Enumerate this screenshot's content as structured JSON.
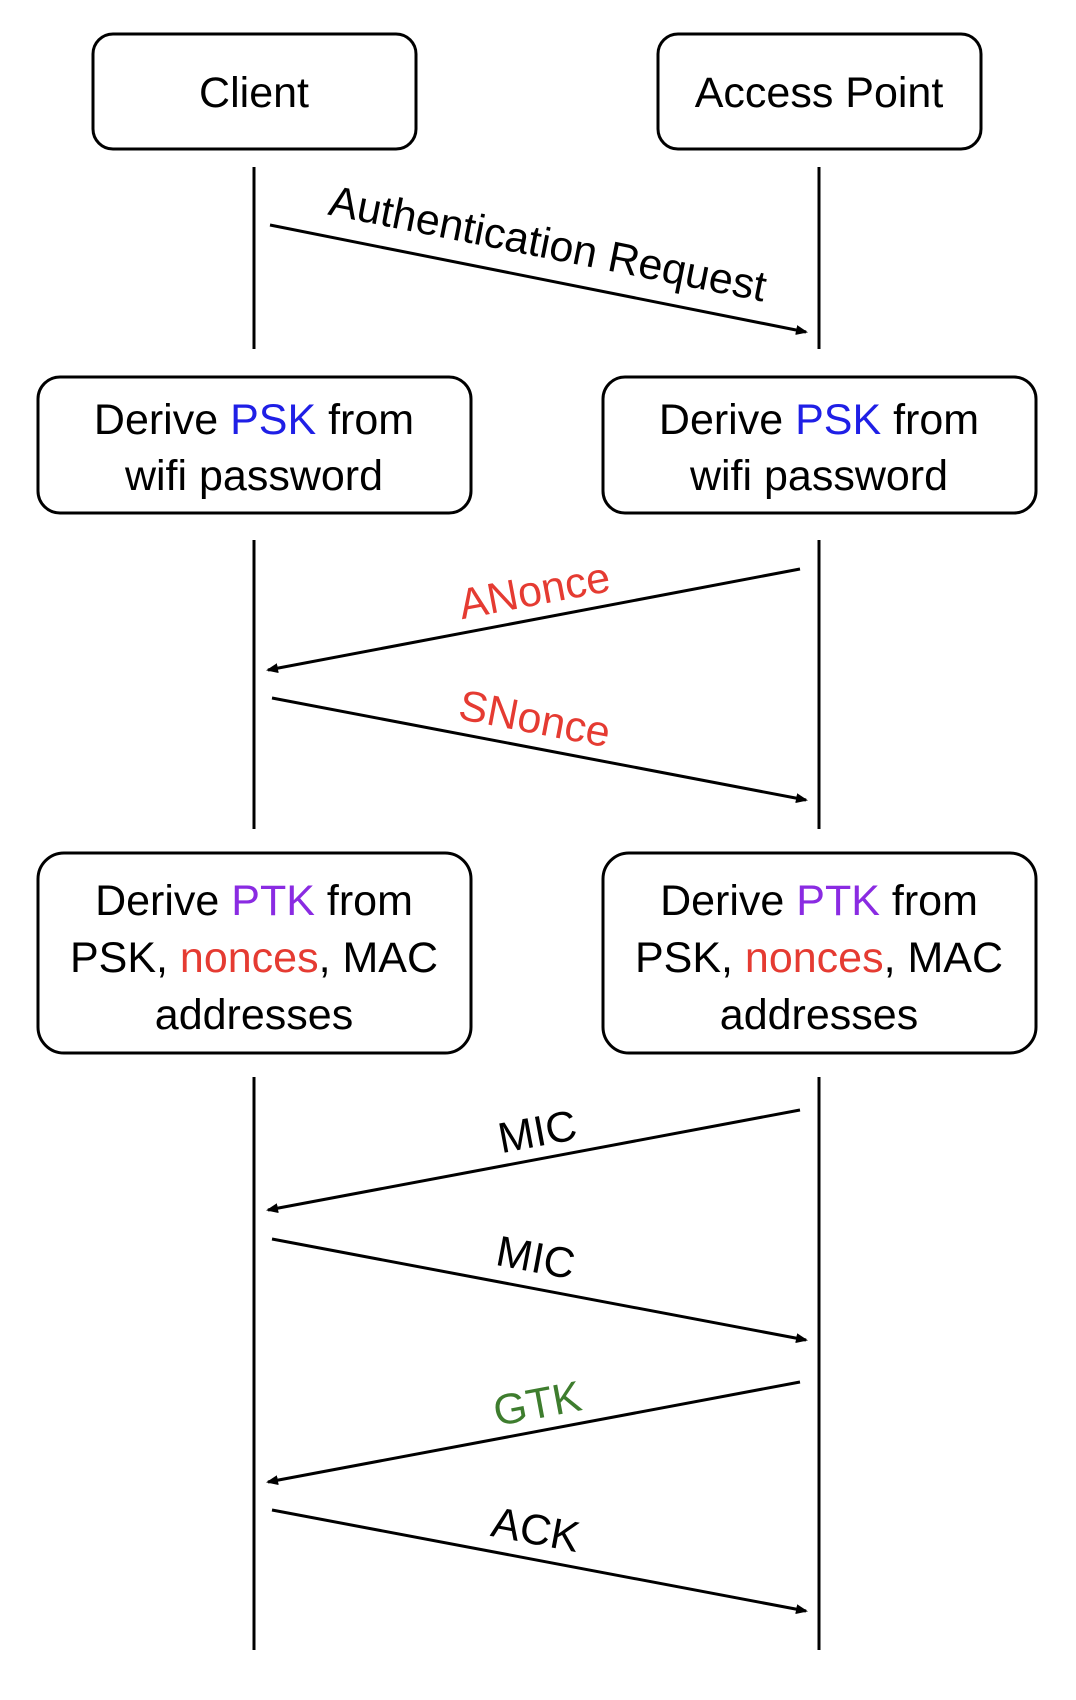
{
  "colors": {
    "text": "#000000",
    "line": "#000000",
    "psk": "#1f1fe6",
    "ptk": "#8a2be2",
    "nonce": "#e53b32",
    "gtk": "#3e7d2e"
  },
  "participants": {
    "client": "Client",
    "access_point": "Access Point"
  },
  "steps": {
    "auth_request": "Authentication Request",
    "psk_box": {
      "prefix": "Derive ",
      "key": "PSK",
      "suffix": " from",
      "line2": "wifi password"
    },
    "anonce": "ANonce",
    "snonce": "SNonce",
    "ptk_box": {
      "prefix": "Derive ",
      "key": "PTK",
      "suffix": " from",
      "line2_a": "PSK, ",
      "line2_b": "nonces",
      "line2_c": ", MAC",
      "line3": "addresses"
    },
    "mic_1": "MIC",
    "mic_2": "MIC",
    "gtk": "GTK",
    "ack": "ACK"
  }
}
